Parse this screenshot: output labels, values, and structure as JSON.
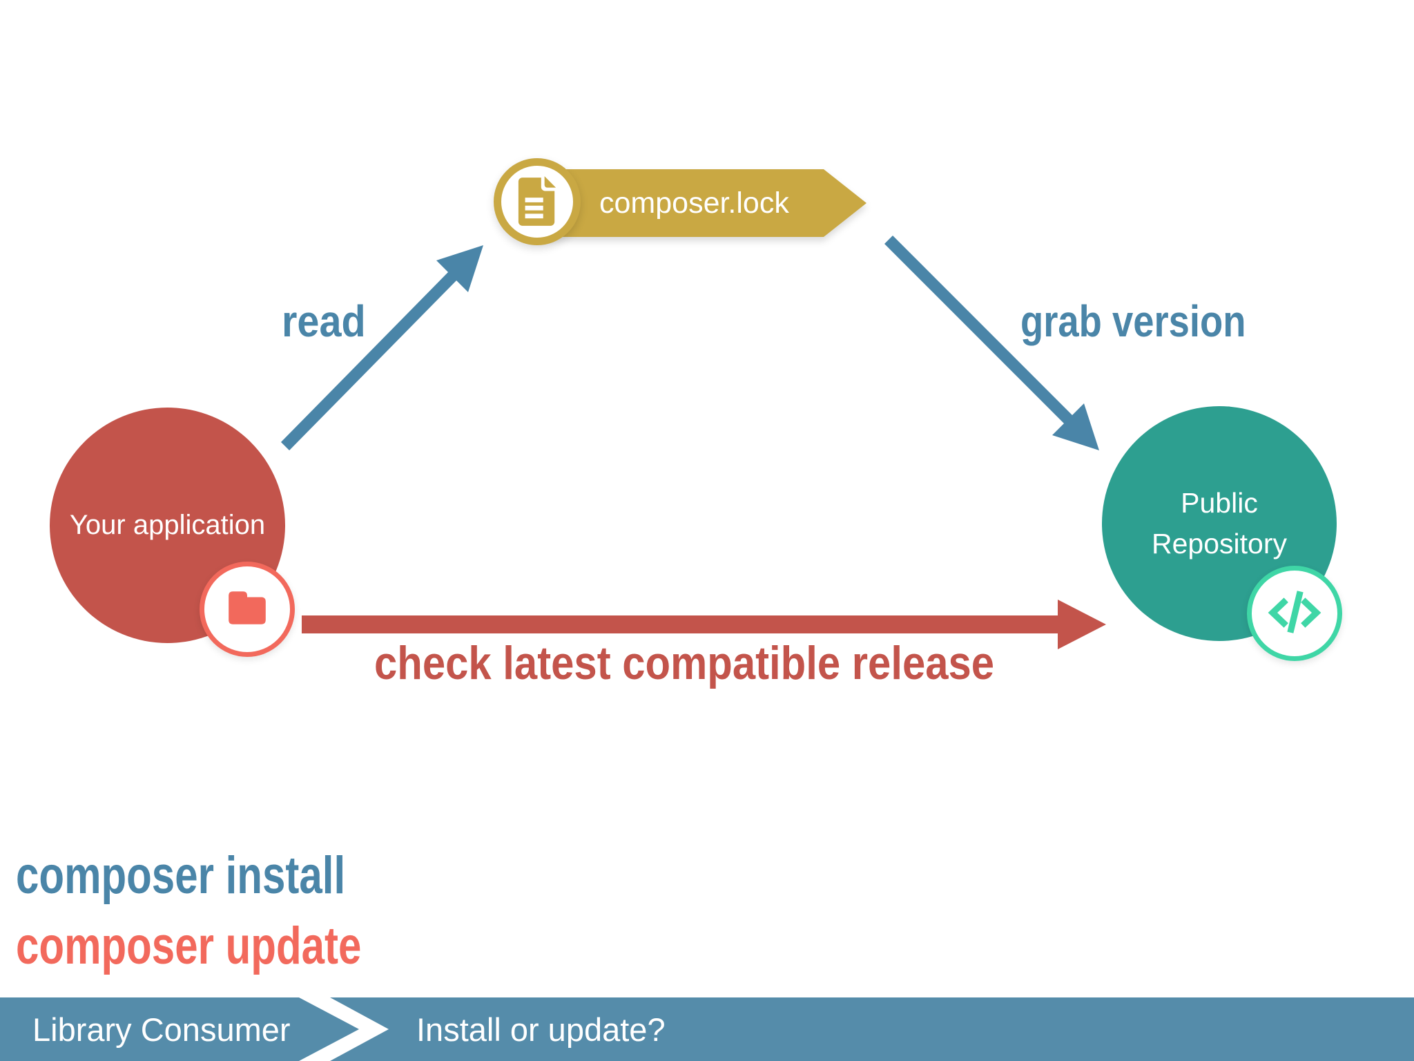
{
  "colors": {
    "blue": "#4A85A8",
    "bar_blue": "#558CAA",
    "red": "#C3544B",
    "coral": "#F2695C",
    "gold": "#C9A843",
    "teal": "#2D9F90",
    "mint": "#3FD6A6"
  },
  "nodes": {
    "application": {
      "label": "Your application"
    },
    "lockfile": {
      "label": "composer.lock"
    },
    "repository": {
      "lines": [
        "Public",
        "Repository"
      ]
    }
  },
  "arrows": {
    "read": {
      "label": "read"
    },
    "grab_version": {
      "label": "grab version"
    },
    "check_release": {
      "label": "check latest compatible release"
    }
  },
  "commands": {
    "install": "composer install",
    "update": "composer update"
  },
  "footer": {
    "left_label": "Library Consumer",
    "right_label": "Install or update?"
  },
  "icons": {
    "folder": "folder-icon",
    "document": "document-icon",
    "code": "code-icon"
  }
}
